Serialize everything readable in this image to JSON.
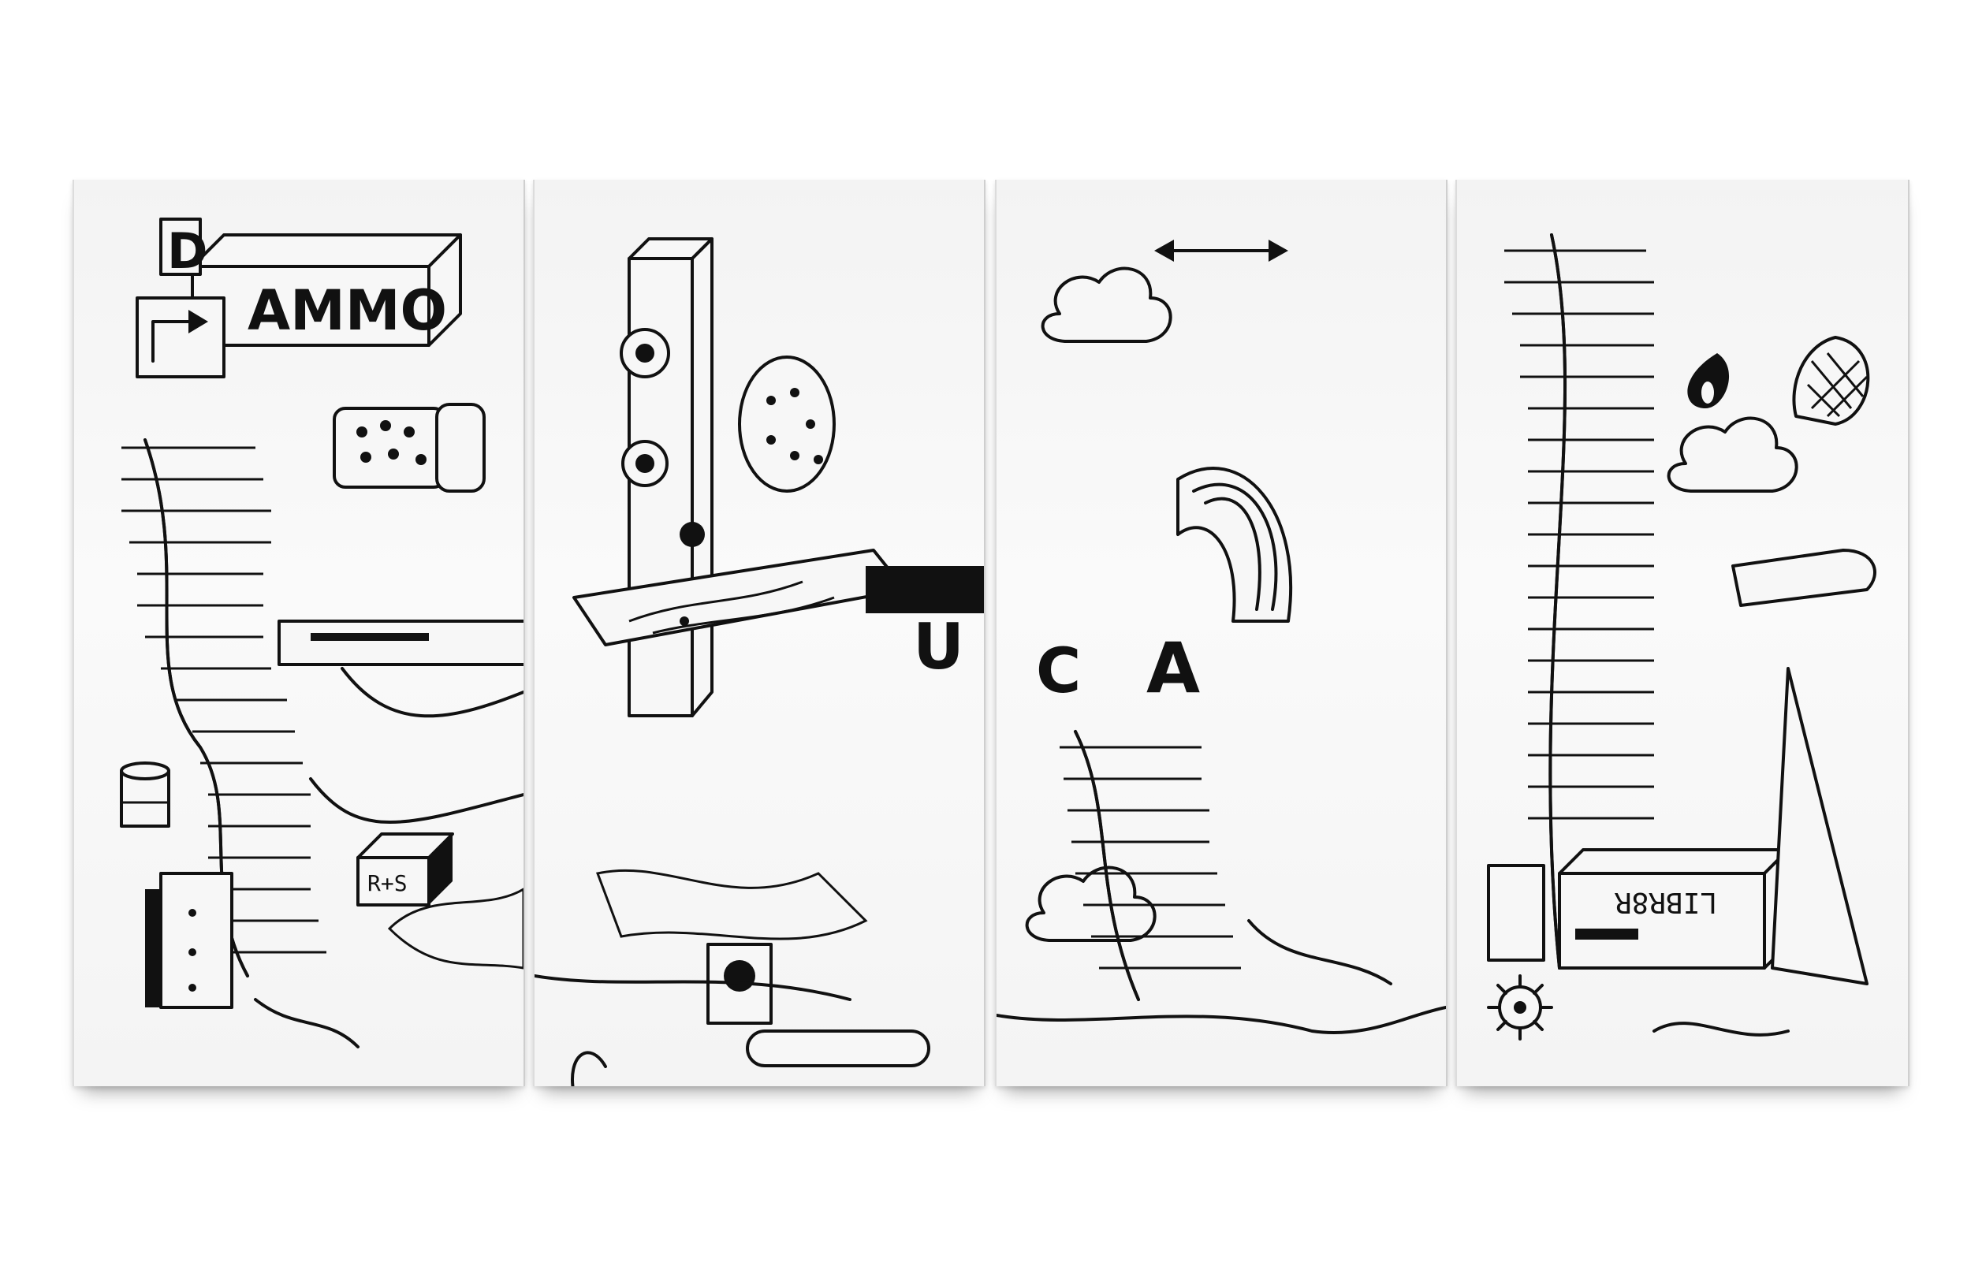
{
  "artwork": {
    "panel_count": 4,
    "labels": {
      "ammo": "AMMO",
      "ammo_cap": "D",
      "rs_box": "R+S",
      "letter_u": "U",
      "letter_c": "C",
      "letter_a": "A",
      "librer": "LIBR8R"
    },
    "colors": {
      "ink": "#111111",
      "panel": "#f6f6f6",
      "background": "#ffffff"
    }
  }
}
